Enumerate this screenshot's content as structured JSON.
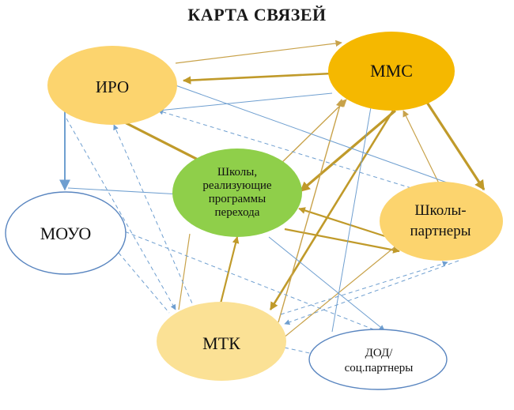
{
  "title": "КАРТА СВЯЗЕЙ",
  "nodes": {
    "iro": "ИРО",
    "mms": "ММС",
    "schools": "Школы,\nреализующие\nпрограммы\nперехода",
    "partners": "Школы-\nпартнеры",
    "moyo": "МОУО",
    "mtk": "МТК",
    "dod": "ДОД/\nсоц.партнеры"
  },
  "colors": {
    "iro": "#fcd46e",
    "mms": "#f5b800",
    "schools": "#8fcf4a",
    "partners": "#fcd46e",
    "mtk": "#fbe195",
    "thick_arrow": "#c09a2a",
    "thin_arrow": "#c8a24a",
    "blue_line": "#6f9fd0"
  }
}
